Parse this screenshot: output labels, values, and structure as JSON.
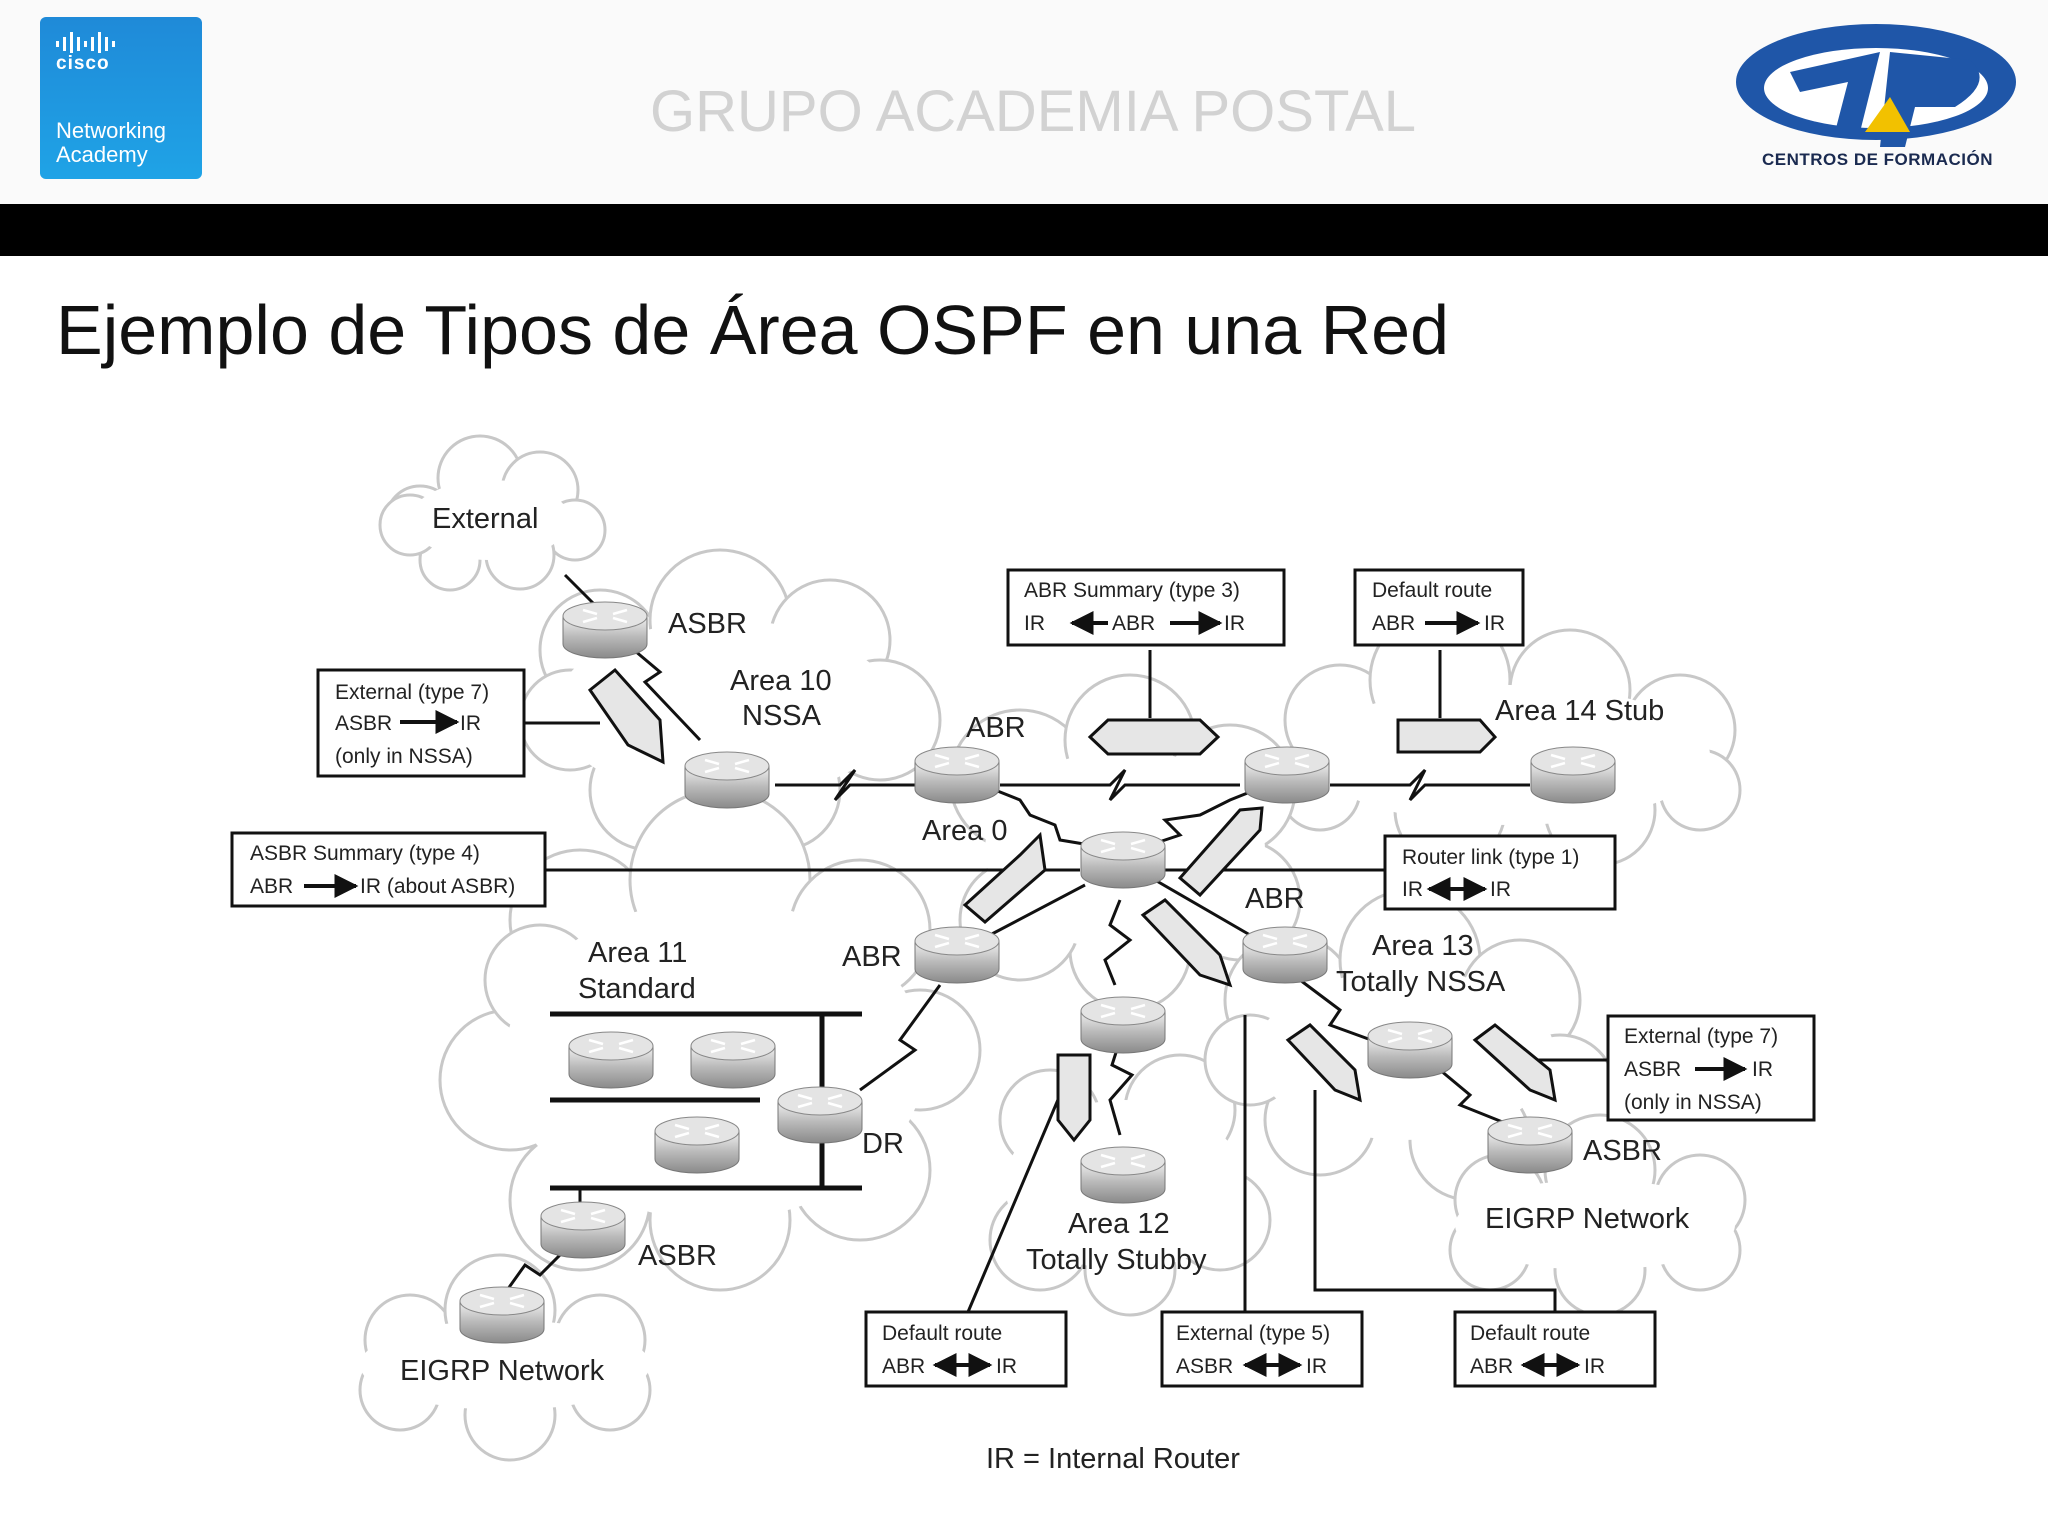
{
  "header": {
    "cisco_brand": "cisco",
    "cisco_line1": "Networking",
    "cisco_line2": "Academy",
    "org_name": "GRUPO ACADEMIA POSTAL",
    "partner_logo_text": "CENTROS DE FORMACIÓN"
  },
  "slide": {
    "title": "Ejemplo de Tipos de Área OSPF en una Red"
  },
  "diagram": {
    "clouds": {
      "external": "External",
      "eigrp_left": "EIGRP Network",
      "eigrp_right": "EIGRP Network"
    },
    "areas": {
      "area10_line1": "Area 10",
      "area10_line2": "NSSA",
      "area0": "Area 0",
      "area14": "Area 14 Stub",
      "area11_line1": "Area 11",
      "area11_line2": "Standard",
      "area12_line1": "Area 12",
      "area12_line2": "Totally Stubby",
      "area13_line1": "Area 13",
      "area13_line2": "Totally NSSA"
    },
    "router_labels": {
      "asbr_top": "ASBR",
      "abr_area10": "ABR",
      "abr_area13": "ABR",
      "abr_area11": "ABR",
      "dr": "DR",
      "asbr_area11": "ASBR",
      "asbr_area13": "ASBR"
    },
    "boxes": {
      "ext_type7_left": {
        "line1": "External (type 7)",
        "line2a": "ASBR",
        "line2b": "IR",
        "line3": "(only in NSSA)"
      },
      "abr_summary": {
        "line1": "ABR Summary (type 3)",
        "line2a": "IR",
        "line2b": "ABR",
        "line2c": "IR"
      },
      "default_top": {
        "line1": "Default route",
        "line2a": "ABR",
        "line2b": "IR"
      },
      "asbr_summary": {
        "line1": "ASBR Summary (type 4)",
        "line2a": "ABR",
        "line2b": "IR (about ASBR)"
      },
      "router_link": {
        "line1": "Router link (type 1)",
        "line2a": "IR",
        "line2b": "IR"
      },
      "ext_type7_right": {
        "line1": "External (type 7)",
        "line2a": "ASBR",
        "line2b": "IR",
        "line3": "(only in NSSA)"
      },
      "default_bottom_left": {
        "line1": "Default route",
        "line2a": "ABR",
        "line2b": "IR"
      },
      "ext_type5": {
        "line1": "External (type 5)",
        "line2a": "ASBR",
        "line2b": "IR"
      },
      "default_bottom_right": {
        "line1": "Default route",
        "line2a": "ABR",
        "line2b": "IR"
      }
    },
    "legend": "IR = Internal Router"
  }
}
